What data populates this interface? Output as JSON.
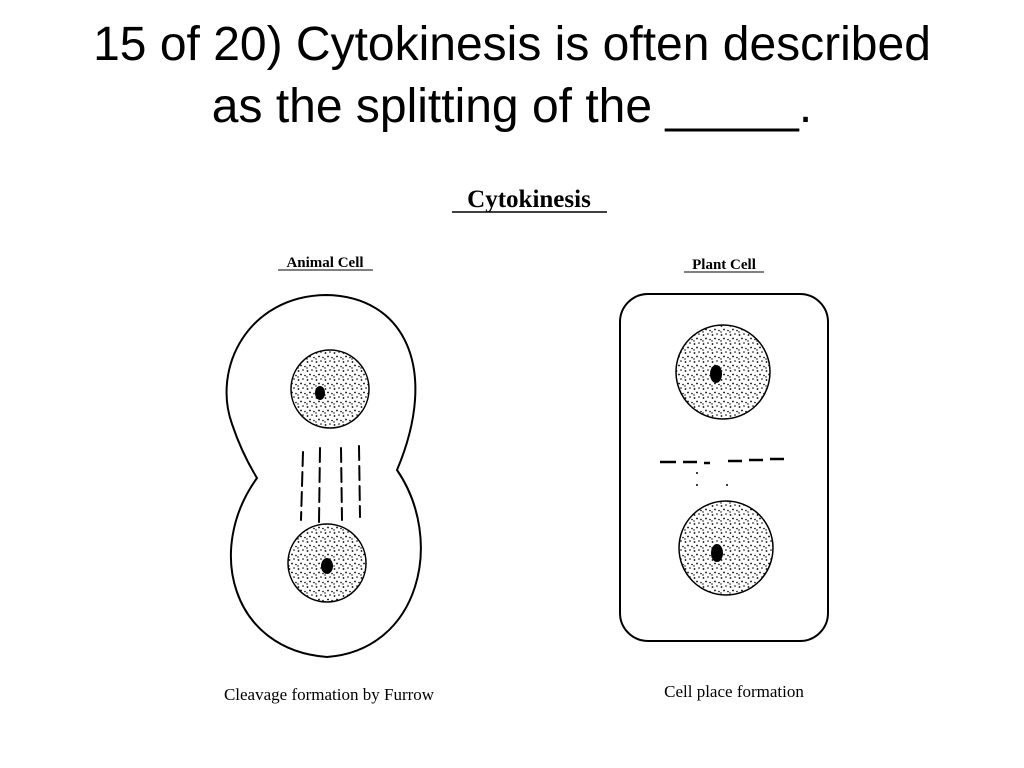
{
  "question": {
    "line1": "15 of 20) Cytokinesis is often described",
    "line2": "as the splitting of the _____."
  },
  "diagram": {
    "title": "Cytokinesis",
    "animal_label": "Animal Cell",
    "animal_caption": "Cleavage formation by Furrow",
    "plant_label": "Plant Cell",
    "plant_caption": "Cell place formation"
  }
}
